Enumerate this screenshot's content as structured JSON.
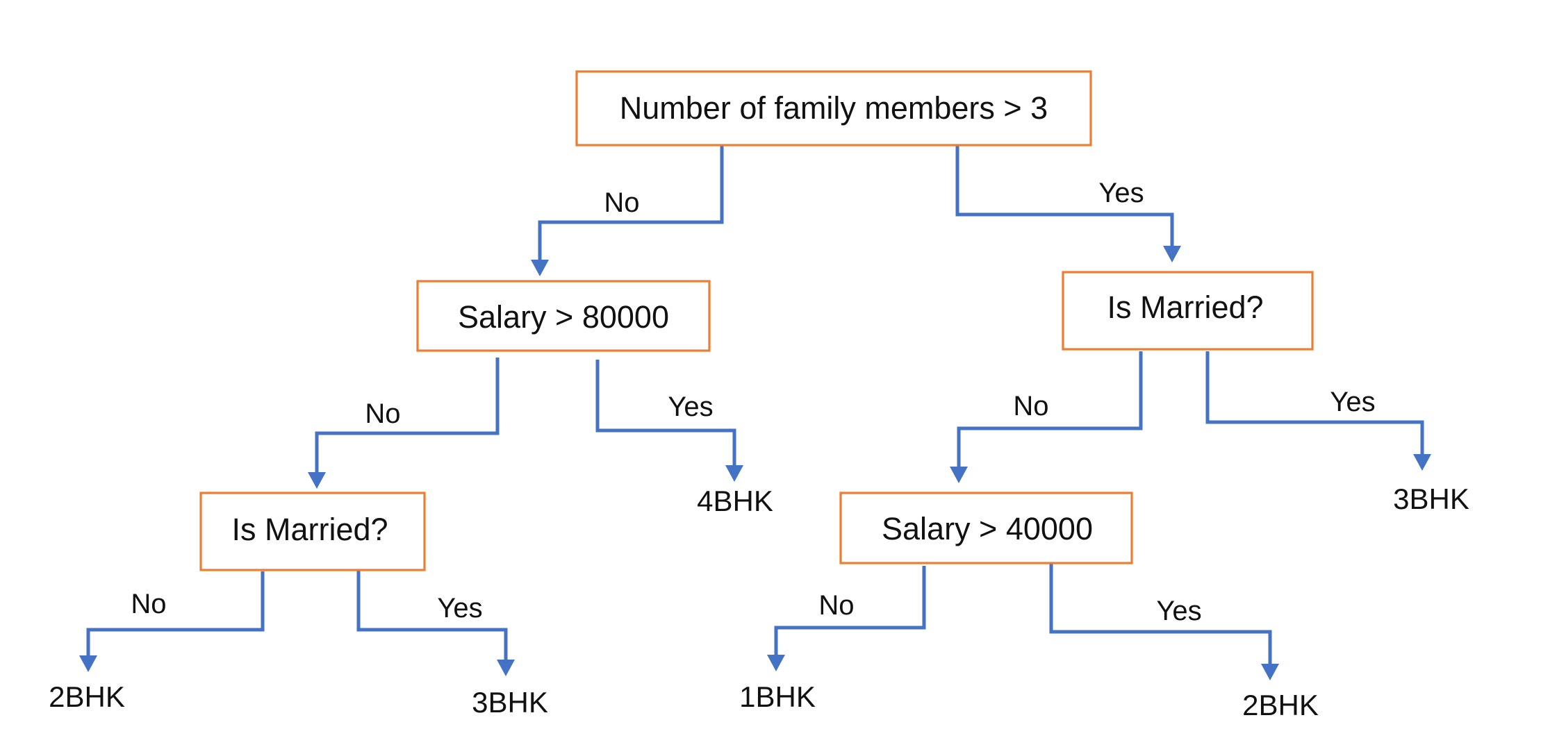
{
  "nodes": {
    "root": {
      "label": "Number of family members > 3"
    },
    "salary80000": {
      "label": "Salary > 80000"
    },
    "married_right": {
      "label": "Is Married?"
    },
    "married_left": {
      "label": "Is Married?"
    },
    "salary40000": {
      "label": "Salary > 40000"
    }
  },
  "leaves": {
    "leaf_2bhk_a": "2BHK",
    "leaf_3bhk_a": "3BHK",
    "leaf_4bhk": "4BHK",
    "leaf_1bhk": "1BHK",
    "leaf_2bhk_b": "2BHK",
    "leaf_3bhk_b": "3BHK"
  },
  "edge_labels": {
    "root_no": "No",
    "root_yes": "Yes",
    "sal80_no": "No",
    "sal80_yes": "Yes",
    "marR_no": "No",
    "marR_yes": "Yes",
    "marL_no": "No",
    "marL_yes": "Yes",
    "sal40_no": "No",
    "sal40_yes": "Yes"
  },
  "colors": {
    "node_border": "#ED7D31",
    "edge": "#4472C4",
    "text": "#111111"
  }
}
